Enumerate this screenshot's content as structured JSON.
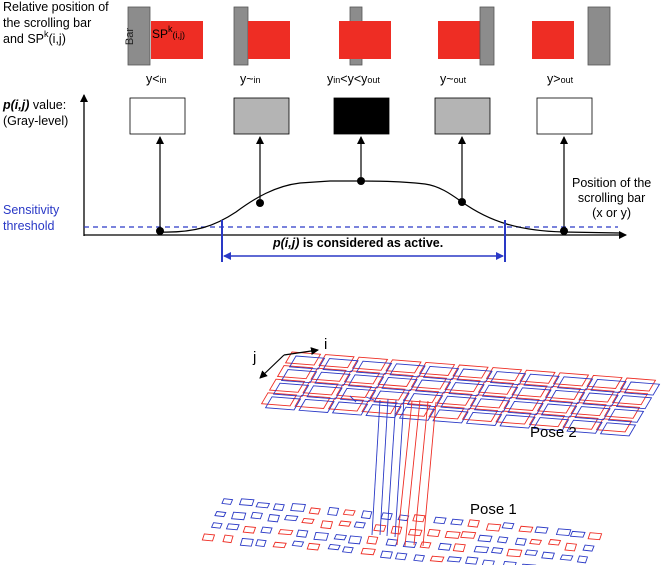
{
  "header": {
    "line1": "Relative position of",
    "line2": "the scrolling bar",
    "line3_prefix": "and SP",
    "line3_sup": "k",
    "line3_suffix": "(i,j)"
  },
  "bar_label": "Bar",
  "sp_label": {
    "prefix": "SP",
    "sup": "k",
    "sub": "(i,j)"
  },
  "positions": [
    {
      "main": "y<",
      "sub": "in"
    },
    {
      "main": "y~",
      "sub": "in"
    },
    {
      "main": "y",
      "sub": "in",
      "middle": "<y<",
      "main2": "y",
      "sub2": "out"
    },
    {
      "main": "y~",
      "sub": "out"
    },
    {
      "main": "y>",
      "sub": "out"
    }
  ],
  "gray_levels": [
    "#ffffff",
    "#b4b4b4",
    "#000000",
    "#b4b4b4",
    "#ffffff"
  ],
  "value_label": {
    "italic": "p(i,j)",
    "rest": " value:",
    "line2": "(Gray-level)"
  },
  "sensitivity": {
    "line1": "Sensitivity",
    "line2": "threshold"
  },
  "x_axis_label": {
    "line1": "Position of the",
    "line2": "scrolling bar",
    "line3": "(x or y)"
  },
  "active_label": {
    "italic": "p(i,j)",
    "rest": " is considered as active."
  },
  "pose_labels": {
    "pose2": "Pose 2",
    "pose1": "Pose 1"
  },
  "axis_labels": {
    "i": "i",
    "j": "j"
  },
  "colors": {
    "red": "#ee2d24",
    "blue": "#2a39c6",
    "bar_gray": "#8c8c8c"
  }
}
